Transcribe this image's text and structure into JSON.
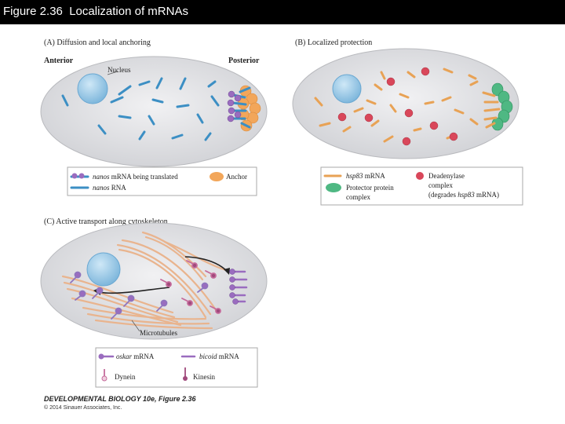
{
  "title": "Figure 2.36  Localization of mRNAs",
  "panel_a": {
    "label": "(A)  Diffusion and local anchoring",
    "anterior": "Anterior",
    "posterior": "Posterior",
    "nucleus": "Nucleus",
    "legend": {
      "translated_italic": "nanos",
      "translated_rest": " mRNA being translated",
      "anchor": "Anchor",
      "rna_italic": "nanos",
      "rna_rest": " RNA"
    }
  },
  "panel_b": {
    "label": "(B)  Localized protection",
    "legend": {
      "hsp_italic": "hsp83",
      "hsp_rest": " mRNA",
      "protector_1": "Protector protein",
      "protector_2": "complex",
      "deadenylase_1": "Deadenylase",
      "deadenylase_2": "complex",
      "deadenylase_3a": "(degrades ",
      "deadenylase_3b": "hsp83",
      "deadenylase_3c": " mRNA)"
    }
  },
  "panel_c": {
    "label": "(C)  Active transport along cytoskeleton",
    "microtubules": "Microtubules",
    "legend": {
      "oskar_italic": "oskar",
      "oskar_rest": " mRNA",
      "bicoid_italic": "bicoid",
      "bicoid_rest": " mRNA",
      "dynein": "Dynein",
      "kinesin": "Kinesin"
    }
  },
  "footer": {
    "book": "DEVELOPMENTAL BIOLOGY 10e, Figure 2.36",
    "copyright": "© 2014 Sinauer Associates, Inc."
  },
  "colors": {
    "cell_fill": "#e4e5e8",
    "nucleus": "#8cc4e6",
    "nanos_rna": "#3c8fc4",
    "anchor": "#f2a65a",
    "purple": "#9a6cbf",
    "hsp83": "#e8a255",
    "deadenylase": "#d9475a",
    "protector": "#4fb883",
    "microtubule": "#e9b48e"
  }
}
